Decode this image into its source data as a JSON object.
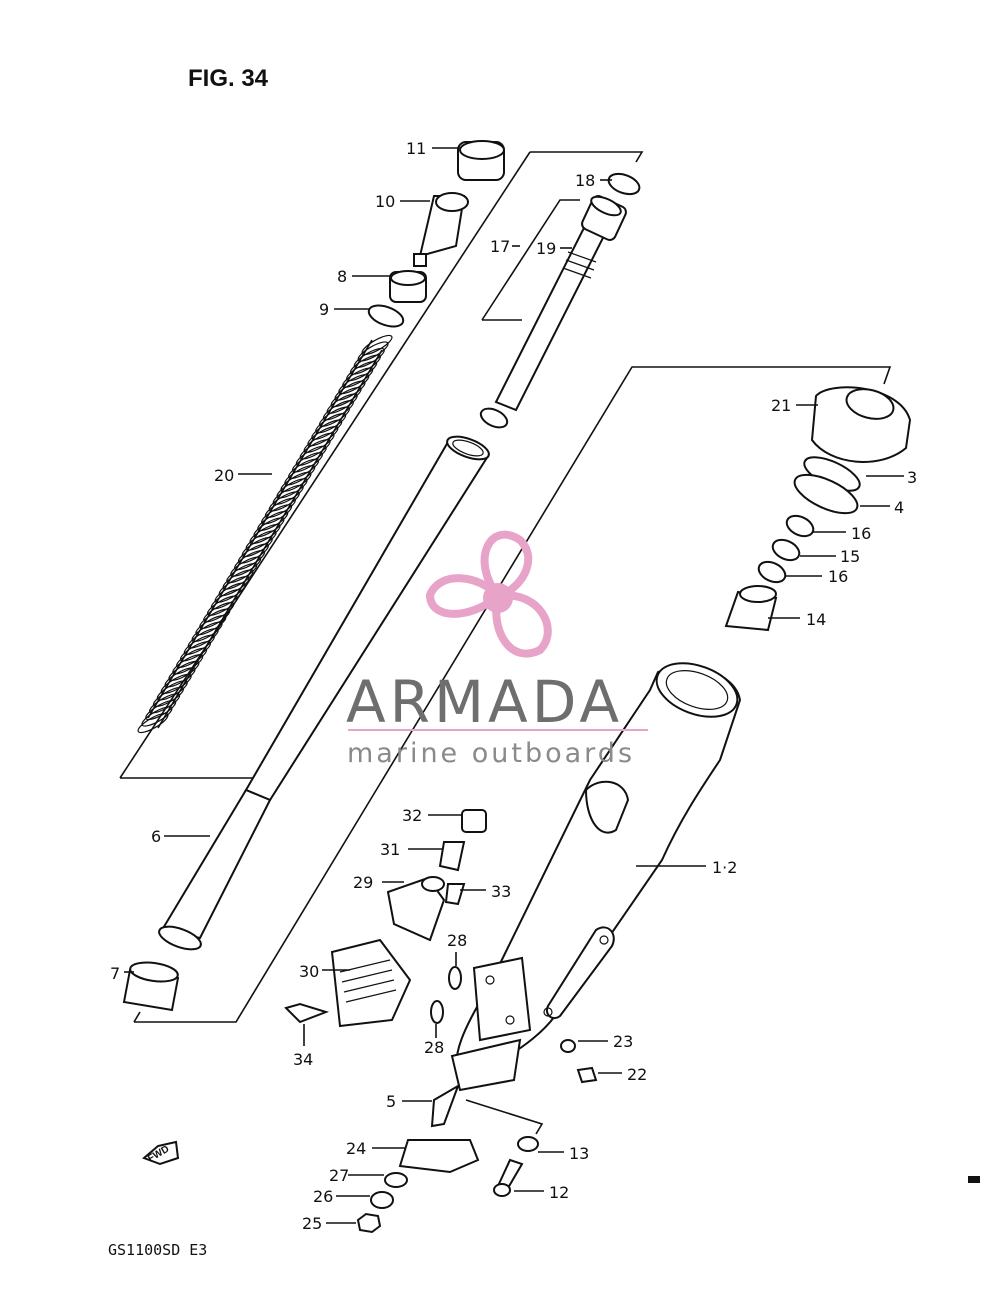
{
  "figure": {
    "title": "FIG. 34",
    "model": "GS1100SD  E3"
  },
  "watermark": {
    "brand": "ARMADA",
    "tagline": "marine outboards",
    "logo_color": "#e8a3c9",
    "text_color": "#6e6e6e"
  },
  "fwd_arrow": {
    "label": "FWD"
  },
  "part_labels": {
    "p1": "1·2",
    "p3": "3",
    "p4": "4",
    "p5": "5",
    "p6": "6",
    "p7": "7",
    "p8": "8",
    "p9": "9",
    "p10": "10",
    "p11": "11",
    "p12": "12",
    "p13": "13",
    "p14": "14",
    "p15": "15",
    "p16a": "16",
    "p16b": "16",
    "p17": "17",
    "p18": "18",
    "p19": "19",
    "p20": "20",
    "p21": "21",
    "p22": "22",
    "p23": "23",
    "p24": "24",
    "p25": "25",
    "p26": "26",
    "p27": "27",
    "p28a": "28",
    "p28b": "28",
    "p29": "29",
    "p30": "30",
    "p31": "31",
    "p32": "32",
    "p33": "33",
    "p34": "34"
  }
}
